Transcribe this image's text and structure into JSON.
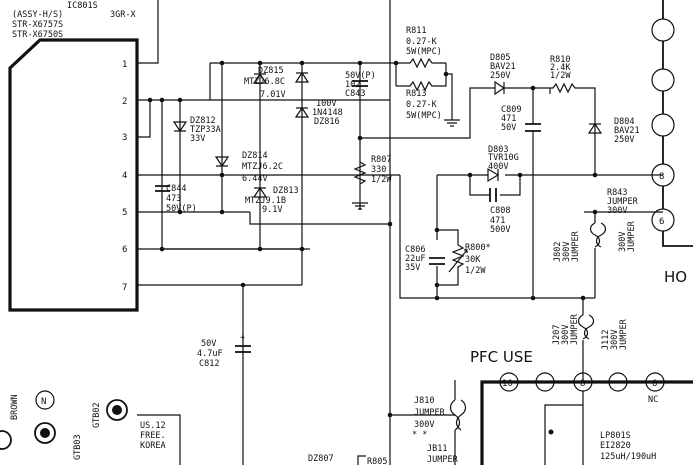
{
  "ic": {
    "ref": "IC801S",
    "ref_suffix": "3GR-X",
    "part_lines": [
      "(ASSY-H/S)",
      "STR-X6757S",
      "STR-X6750S"
    ],
    "pins": [
      "1",
      "2",
      "3",
      "4",
      "5",
      "6",
      "7"
    ]
  },
  "components": {
    "r811": [
      "R811",
      "0.27-K",
      "5W(MPC)"
    ],
    "r813": [
      "R813",
      "0.27-K",
      "5W(MPC)"
    ],
    "dz815": [
      "DZ815",
      "MTZJ6.8C",
      "7.01V"
    ],
    "c843": [
      "50V(P)",
      "102",
      "C843"
    ],
    "d816": [
      "100V",
      "1N4148",
      "DZ816"
    ],
    "dz812": [
      "DZ812",
      "TZP33A",
      "33V"
    ],
    "dz814": [
      "DZ814",
      "MTZJ6.2C",
      "6.44V"
    ],
    "dz813": [
      "DZ813",
      "MTZJ9.1B",
      "9.1V"
    ],
    "c844": [
      "C844",
      "473",
      "50V(P)"
    ],
    "r807": [
      "R807",
      "330",
      "1/2W"
    ],
    "d805": [
      "D805",
      "BAV21",
      "250V"
    ],
    "r810": [
      "R810",
      "2.4K",
      "1/2W"
    ],
    "c809": [
      "C809",
      "471",
      "50V"
    ],
    "d804": [
      "D804",
      "BAV21",
      "250V"
    ],
    "d803": [
      "D803",
      "TVR10G",
      "400V"
    ],
    "c808": [
      "C808",
      "471",
      "500V"
    ],
    "c806": [
      "C806",
      "22uF",
      "35V"
    ],
    "r800": [
      "R800*",
      "30K",
      "1/2W"
    ],
    "r843": [
      "R843",
      "JUMPER",
      "300V"
    ],
    "j802": [
      "J802",
      "300V",
      "JUMPER"
    ],
    "j802b": [
      "300V",
      "JUMPER"
    ],
    "c812": [
      "50V",
      "4.7uF",
      "C812"
    ],
    "j207": [
      "J207",
      "300V",
      "JUMPER"
    ],
    "j112": [
      "J112",
      "300V",
      "JUMPER"
    ],
    "j810": [
      "J810",
      "JUMPER",
      "300V",
      "* *"
    ],
    "lp801s": [
      "LP801S",
      "EI2820",
      "125uH/190uH"
    ]
  },
  "connector_pins": {
    "p8": "8",
    "p6": "6"
  },
  "pfc": {
    "title": "PFC USE",
    "pins": [
      "10",
      "8",
      "6"
    ],
    "nc": "NC"
  },
  "edge_labels": {
    "ho": "HO",
    "brown": "BROWN",
    "n": "N",
    "gtb02": "GTB02",
    "gtb03": "GTB03",
    "us_lines": [
      "US.12",
      "FREE.",
      "KOREA"
    ],
    "dz807": "DZ807",
    "r805": "R805",
    "jb11": [
      "JB11",
      "JUMPER"
    ]
  }
}
